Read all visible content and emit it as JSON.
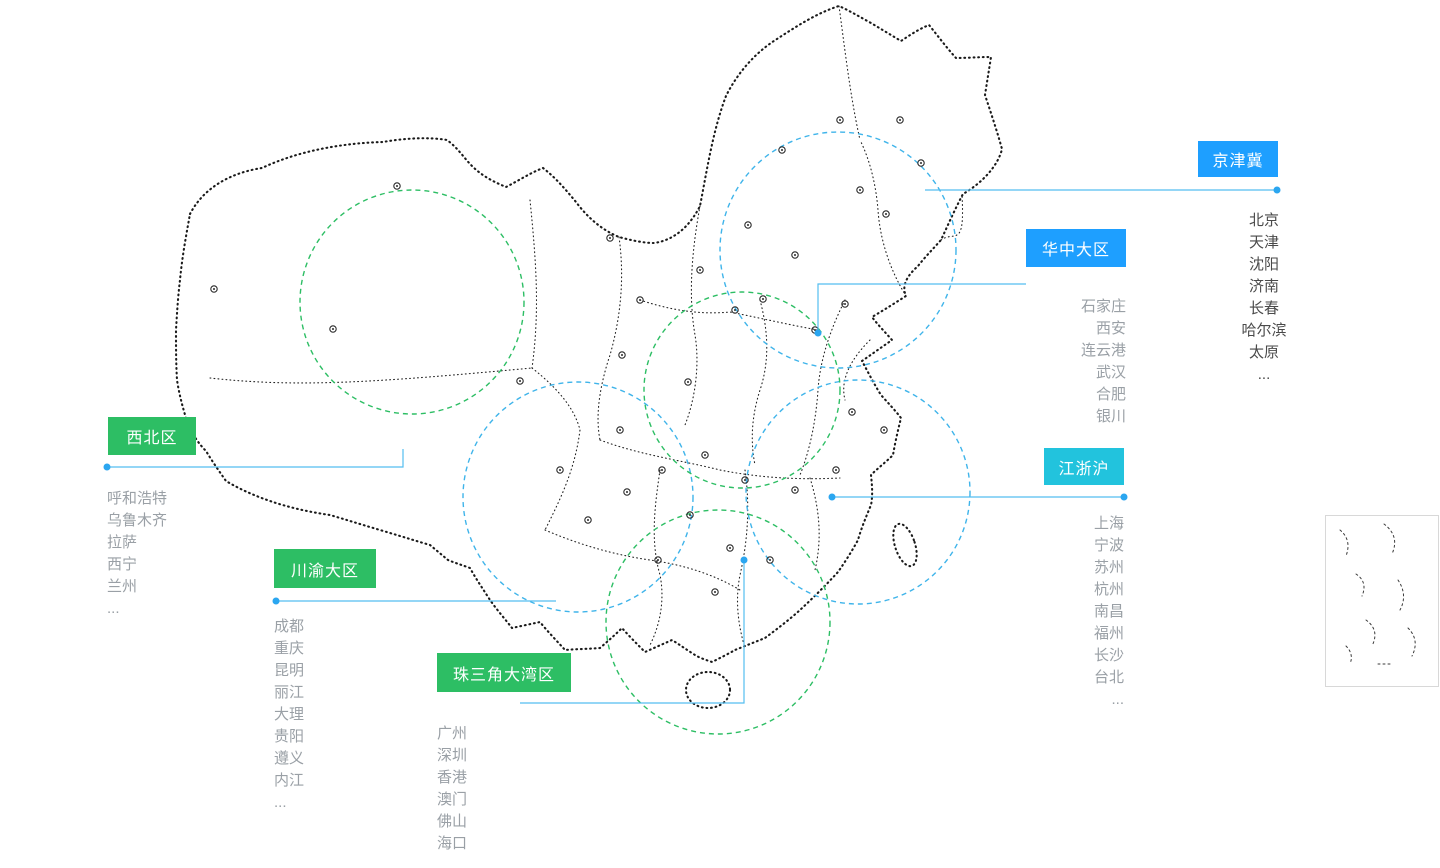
{
  "colors": {
    "blue": "#1E9FFF",
    "green": "#2DBE64",
    "teal": "#22C3DD",
    "line": "#54BEF0",
    "dot": "#2BA6F0",
    "circle_blue": "#3FB4EA",
    "circle_green": "#2DBE64",
    "map_stroke": "#1A1A1A",
    "city_gray": "#9AA0A6",
    "city_dark": "#4A4A4A"
  },
  "regions": [
    {
      "name": "西北区",
      "cities": [
        "呼和浩特",
        "乌鲁木齐",
        "拉萨",
        "西宁",
        "兰州",
        "..."
      ]
    },
    {
      "name": "川渝大区",
      "cities": [
        "成都",
        "重庆",
        "昆明",
        "丽江",
        "大理",
        "贵阳",
        "遵义",
        "内江",
        "..."
      ]
    },
    {
      "name": "珠三角大湾区",
      "cities": [
        "广州",
        "深圳",
        "香港",
        "澳门",
        "佛山",
        "海口",
        "..."
      ]
    },
    {
      "name": "京津冀",
      "cities": [
        "北京",
        "天津",
        "沈阳",
        "济南",
        "长春",
        "哈尔滨",
        "太原",
        "..."
      ]
    },
    {
      "name": "华中大区",
      "cities": [
        "石家庄",
        "西安",
        "连云港",
        "武汉",
        "合肥",
        "银川"
      ]
    },
    {
      "name": "江浙沪",
      "cities": [
        "上海",
        "宁波",
        "苏州",
        "杭州",
        "南昌",
        "福州",
        "长沙",
        "台北",
        "..."
      ]
    }
  ]
}
